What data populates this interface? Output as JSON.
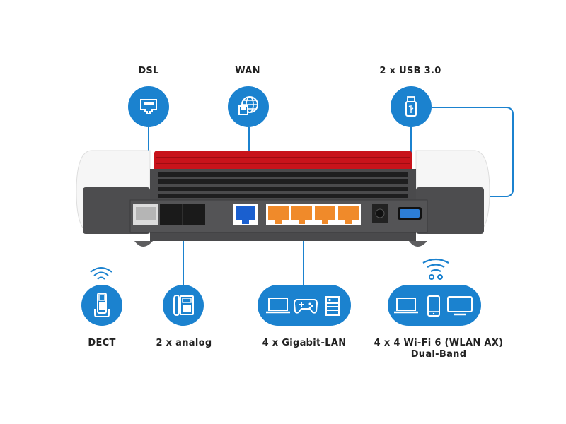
{
  "image": {
    "subject": "router rear panel port diagram",
    "accent_color": "#1b82cf",
    "router_colors": {
      "top": "#c8131b",
      "body": "#4a4a4c",
      "caps": "#f4f4f4"
    }
  },
  "top_ports": [
    {
      "label": "DSL",
      "icon": "ethernet-port-icon"
    },
    {
      "label": "WAN",
      "icon": "globe-icon"
    },
    {
      "label": "2 x USB 3.0",
      "icon": "usb-stick-icon"
    }
  ],
  "bottom_features": [
    {
      "label": "DECT",
      "icon": "dect-handset-icon"
    },
    {
      "label": "2 x analog",
      "icon": "desk-phone-icon"
    },
    {
      "label": "4 x Gigabit-LAN",
      "icons": [
        "laptop-icon",
        "gamepad-icon",
        "server-icon"
      ]
    },
    {
      "label_line1": "4 x 4 Wi-Fi 6 (WLAN AX)",
      "label_line2": "Dual-Band",
      "icons": [
        "laptop-icon",
        "smartphone-icon",
        "monitor-icon"
      ]
    }
  ]
}
